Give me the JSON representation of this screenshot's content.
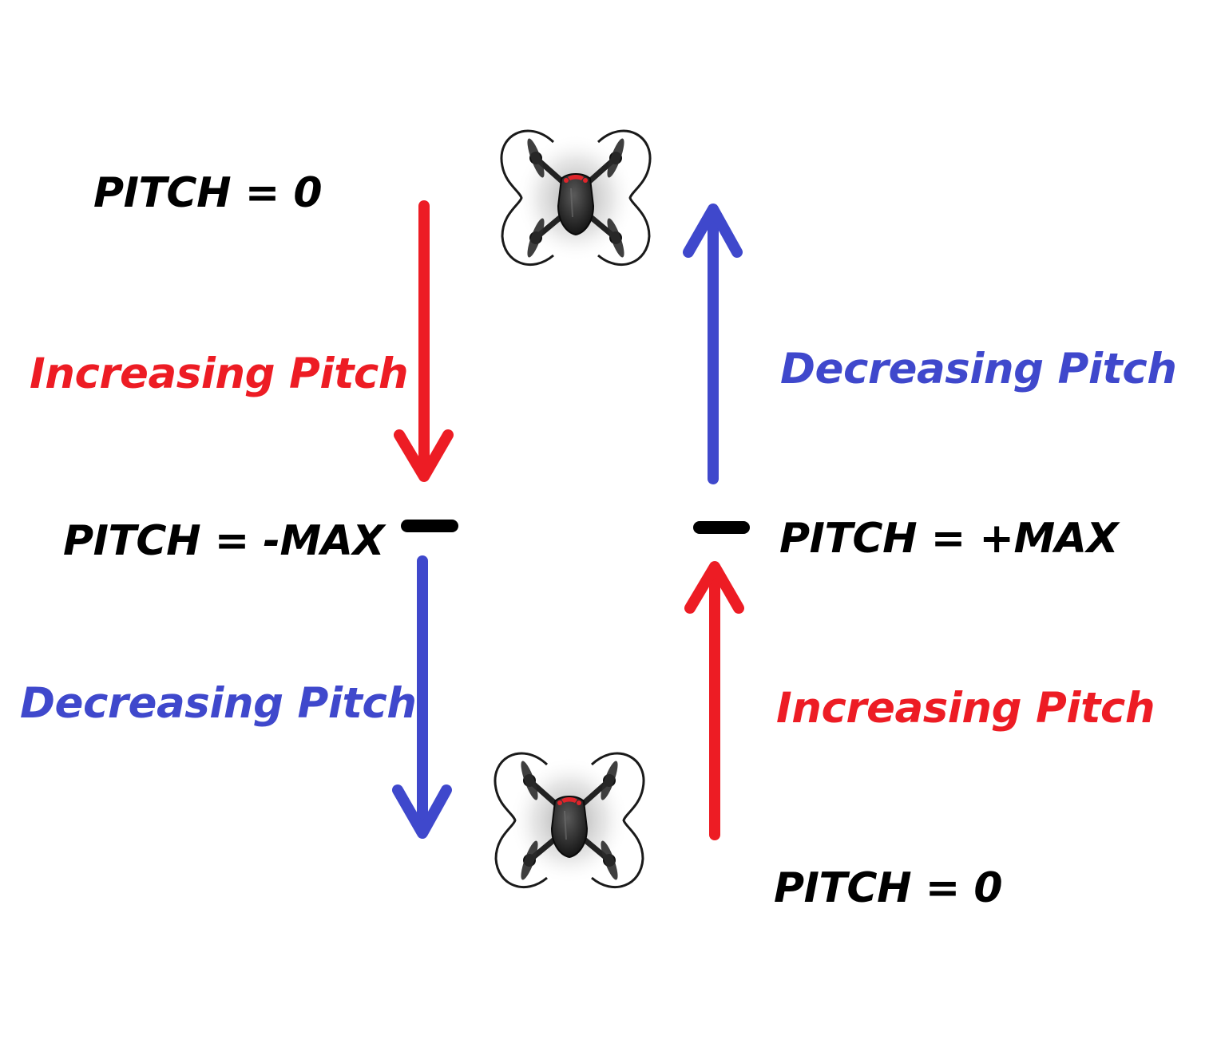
{
  "colors": {
    "background": "#ffffff",
    "increasing": "#ed1c24",
    "decreasing": "#3f48cc",
    "text": "#000000",
    "marker": "#000000"
  },
  "icons": {
    "drone": "quadcopter-drone-icon"
  },
  "left_column": {
    "top_label": "PITCH = 0",
    "increasing_label": "Increasing Pitch",
    "max_label": "PITCH = -MAX",
    "decreasing_label": "Decreasing Pitch"
  },
  "right_column": {
    "decreasing_label": "Decreasing Pitch",
    "max_label": "PITCH = +MAX",
    "increasing_label": "Increasing Pitch",
    "bottom_label": "PITCH = 0"
  }
}
